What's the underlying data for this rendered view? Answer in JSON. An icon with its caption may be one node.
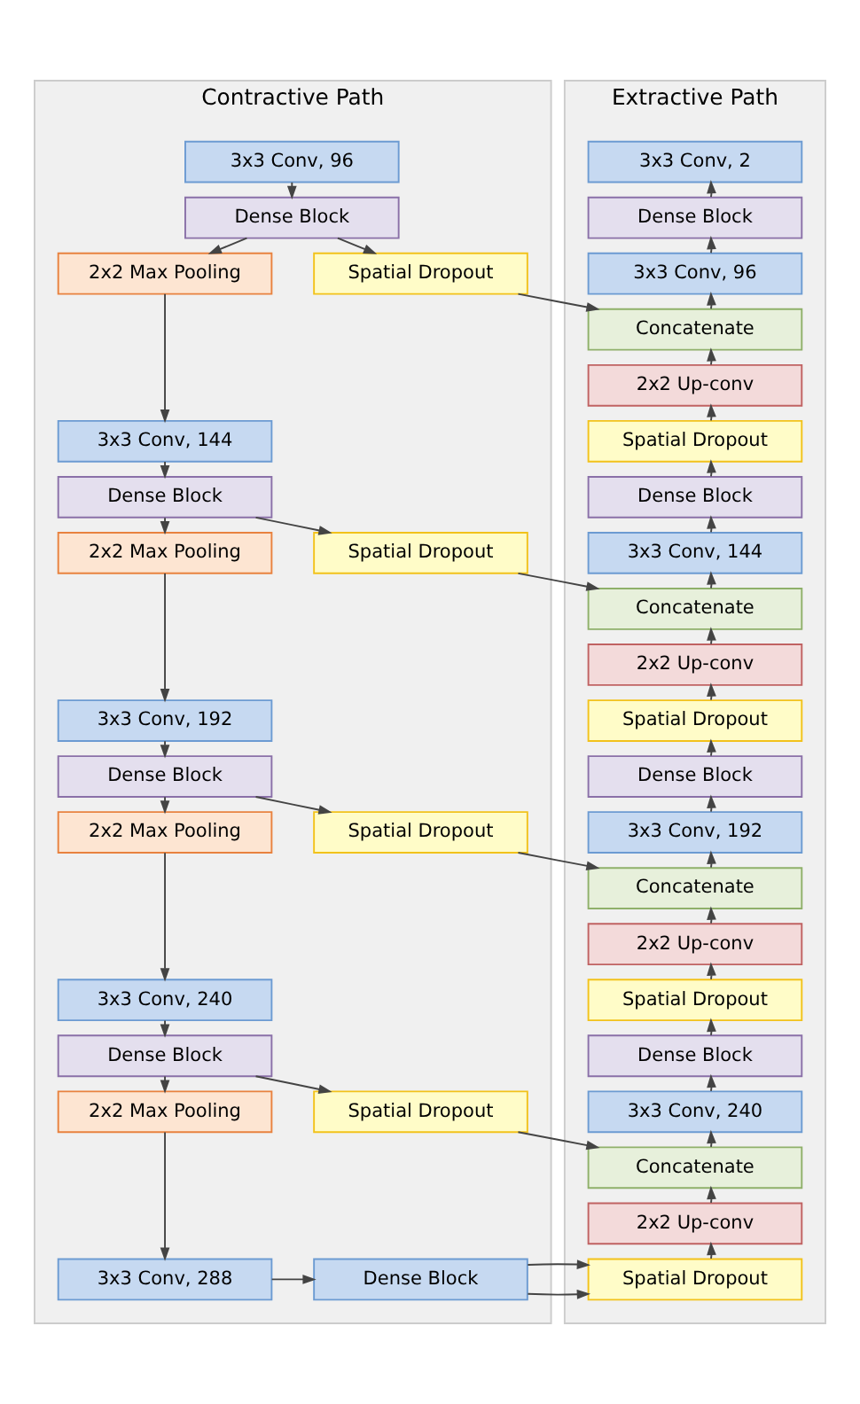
{
  "diagram": {
    "nodes": [
      {
        "text": [
          "Contractive Path"
        ]
      },
      {
        "text": [
          "3x3 Conv, 96"
        ],
        "in": 0
      },
      {
        "text": [
          "Dense Block"
        ],
        "in": 0
      },
      {
        "text": [
          "2x2 Max Pooling"
        ],
        "in": 0
      },
      {
        "text": [
          "Spatial Dropout"
        ],
        "in": 0
      },
      {
        "text": [
          "3x3 Conv, 144"
        ],
        "in": 0
      },
      {
        "text": [
          "Dense Block"
        ],
        "in": 0
      },
      {
        "text": [
          "2x2 Max Pooling"
        ],
        "in": 0
      },
      {
        "text": [
          "Spatial Dropout"
        ],
        "in": 0
      },
      {
        "text": [
          "3x3 Conv, 192"
        ],
        "in": 0
      },
      {
        "text": [
          "Dense Block"
        ],
        "in": 0
      },
      {
        "text": [
          "2x2 Max Pooling"
        ],
        "in": 0
      },
      {
        "text": [
          "Spatial Dropout"
        ],
        "in": 0
      },
      {
        "text": [
          "3x3 Conv, 240"
        ],
        "in": 0
      },
      {
        "text": [
          "Dense Block"
        ],
        "in": 0
      },
      {
        "text": [
          "2x2 Max Pooling"
        ],
        "in": 0
      },
      {
        "text": [
          "Spatial Dropout"
        ],
        "in": 0
      },
      {
        "text": [
          "3x3 Conv, 288"
        ],
        "in": 0
      },
      {
        "text": [
          "Dense Block"
        ],
        "in": 0
      },
      {
        "text": [
          "Extractive Path"
        ]
      },
      {
        "text": [
          "3x3 Conv, 2"
        ],
        "in": 19
      },
      {
        "text": [
          "Dense Block"
        ],
        "in": 19
      },
      {
        "text": [
          "3x3 Conv, 96"
        ],
        "in": 19
      },
      {
        "text": [
          "Concatenate"
        ],
        "in": 19
      },
      {
        "text": [
          "2x2 Up-conv"
        ],
        "in": 19
      },
      {
        "text": [
          "Spatial Dropout"
        ],
        "in": 19
      },
      {
        "text": [
          "Dense Block"
        ],
        "in": 19
      },
      {
        "text": [
          "3x3 Conv, 144"
        ],
        "in": 19
      },
      {
        "text": [
          "Concatenate"
        ],
        "in": 19
      },
      {
        "text": [
          "2x2 Up-conv"
        ],
        "in": 19
      },
      {
        "text": [
          "Spatial Dropout"
        ],
        "in": 19
      },
      {
        "text": [
          "Dense Block"
        ],
        "in": 19
      },
      {
        "text": [
          "3x3 Conv, 192"
        ],
        "in": 19
      },
      {
        "text": [
          "Concatenate"
        ],
        "in": 19
      },
      {
        "text": [
          "2x2 Up-conv"
        ],
        "in": 19
      },
      {
        "text": [
          "Spatial Dropout"
        ],
        "in": 19
      },
      {
        "text": [
          "Dense Block"
        ],
        "in": 19
      },
      {
        "text": [
          "3x3 Conv, 240"
        ],
        "in": 19
      },
      {
        "text": [
          "Concatenate"
        ],
        "in": 19
      },
      {
        "text": [
          "2x2 Up-conv"
        ],
        "in": 19
      },
      {
        "text": [
          "Spatial Dropout"
        ],
        "in": 19
      }
    ],
    "edges": [
      {
        "from": 1,
        "to": 2,
        "arrow": "to"
      },
      {
        "from": 2,
        "to": 3,
        "arrow": "to"
      },
      {
        "from": 3,
        "to": 5,
        "arrow": "to"
      },
      {
        "from": 2,
        "to": 4,
        "arrow": "to"
      },
      {
        "from": 4,
        "to": 23,
        "arrow": "to"
      },
      {
        "from": 5,
        "to": 6,
        "arrow": "to"
      },
      {
        "from": 6,
        "to": 7,
        "arrow": "to"
      },
      {
        "from": 7,
        "to": 9,
        "arrow": "to"
      },
      {
        "from": 6,
        "to": 8,
        "arrow": "to"
      },
      {
        "from": 8,
        "to": 28,
        "arrow": "to"
      },
      {
        "from": 9,
        "to": 10,
        "arrow": "to"
      },
      {
        "from": 10,
        "to": 11,
        "arrow": "to"
      },
      {
        "from": 11,
        "to": 13,
        "arrow": "to"
      },
      {
        "from": 10,
        "to": 12,
        "arrow": "to"
      },
      {
        "from": 12,
        "to": 33,
        "arrow": "to"
      },
      {
        "from": 13,
        "to": 14,
        "arrow": "to"
      },
      {
        "from": 14,
        "to": 15,
        "arrow": "to"
      },
      {
        "from": 15,
        "to": 17,
        "arrow": "to"
      },
      {
        "from": 14,
        "to": 16,
        "arrow": "to"
      },
      {
        "from": 16,
        "to": 38,
        "arrow": "to"
      },
      {
        "from": 17,
        "to": 18,
        "arrow": "to"
      },
      {
        "from": 18,
        "to": 40,
        "arrow": "to"
      },
      {
        "from": 40,
        "to": 39,
        "arrow": "to"
      },
      {
        "from": 39,
        "to": 38,
        "arrow": "to"
      },
      {
        "from": 38,
        "to": 37,
        "arrow": "to"
      },
      {
        "from": 37,
        "to": 36,
        "arrow": "to"
      },
      {
        "from": 36,
        "to": 35,
        "arrow": "to"
      },
      {
        "from": 35,
        "to": 34,
        "arrow": "to"
      },
      {
        "from": 34,
        "to": 33,
        "arrow": "to"
      },
      {
        "from": 33,
        "to": 32,
        "arrow": "to"
      },
      {
        "from": 32,
        "to": 31,
        "arrow": "to"
      },
      {
        "from": 31,
        "to": 30,
        "arrow": "to"
      },
      {
        "from": 30,
        "to": 29,
        "arrow": "to"
      },
      {
        "from": 29,
        "to": 28,
        "arrow": "to"
      },
      {
        "from": 28,
        "to": 27,
        "arrow": "to"
      },
      {
        "from": 27,
        "to": 26,
        "arrow": "to"
      },
      {
        "from": 26,
        "to": 25,
        "arrow": "to"
      },
      {
        "from": 25,
        "to": 24,
        "arrow": "to"
      },
      {
        "from": 24,
        "to": 23,
        "arrow": "to"
      },
      {
        "from": 23,
        "to": 22,
        "arrow": "to"
      },
      {
        "from": 22,
        "to": 21,
        "arrow": "to"
      },
      {
        "from": 21,
        "to": 20,
        "arrow": "to"
      }
    ]
  }
}
